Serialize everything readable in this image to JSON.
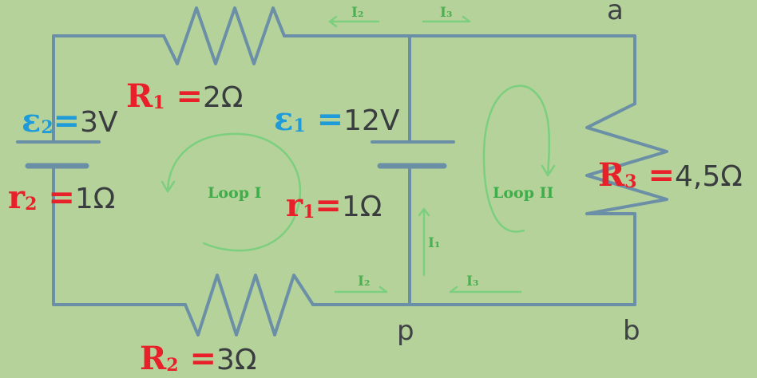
{
  "labels": {
    "R1": {
      "sym": "R",
      "sub": "1",
      "val": "2Ω"
    },
    "R2": {
      "sym": "R",
      "sub": "2",
      "val": "3Ω"
    },
    "R3": {
      "sym": "R",
      "sub": "3",
      "val": "4,5Ω"
    },
    "r1": {
      "sym": "r",
      "sub": "1",
      "val": "1Ω"
    },
    "r2": {
      "sym": "r",
      "sub": "2",
      "val": "1Ω"
    },
    "E1": {
      "sym": "ε",
      "sub": "1",
      "val": "12V"
    },
    "E2": {
      "sym": "ε",
      "sub": "2",
      "val": "3V"
    }
  },
  "nodes": {
    "a": "a",
    "b": "b",
    "p": "p"
  },
  "currents": {
    "I1": "I₁",
    "I2": "I₂",
    "I3": "I₃"
  },
  "loops": {
    "loop1": "Loop I",
    "loop2": "Loop II"
  },
  "colors": {
    "wire": "#6b8fa6",
    "resistor_label": "#e8202a",
    "emf_label": "#1e9bd8",
    "arrow": "#7ccf7e",
    "background": "#b5d29a"
  }
}
